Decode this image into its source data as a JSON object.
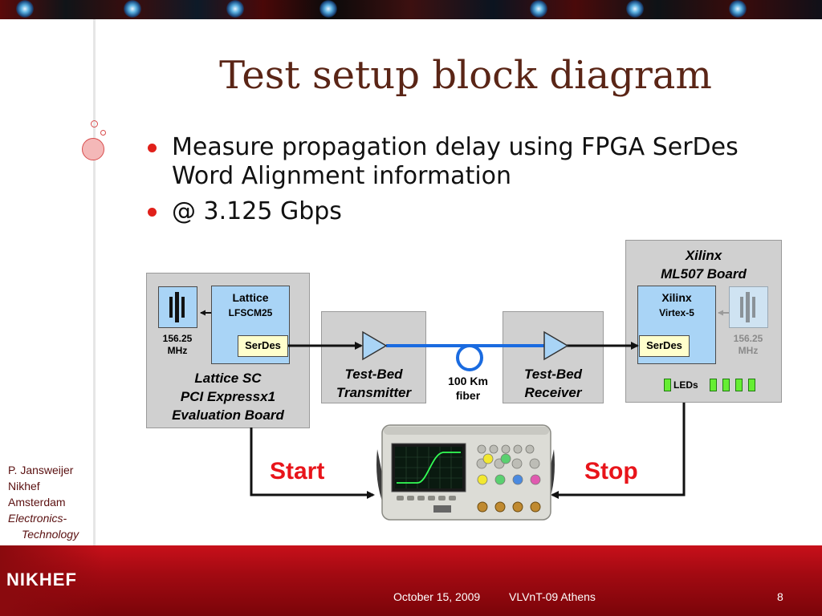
{
  "slide": {
    "title": "Test setup block diagram",
    "bullets": [
      "Measure propagation delay using FPGA SerDes Word Alignment information",
      "@ 3.125 Gbps"
    ]
  },
  "diagram": {
    "lattice_board": {
      "chip_title": "Lattice",
      "chip_part": "LFSCM25",
      "serdes": "SerDes",
      "clock_value": "156.25",
      "clock_unit": "MHz",
      "board_label": [
        "Lattice SC",
        "PCI Expressx1",
        "Evaluation Board"
      ]
    },
    "transmitter": {
      "label": [
        "Test-Bed",
        "Transmitter"
      ]
    },
    "fiber": {
      "label": [
        "100 Km",
        "fiber"
      ]
    },
    "receiver": {
      "label": [
        "Test-Bed",
        "Receiver"
      ]
    },
    "xilinx_board": {
      "board_label": [
        "Xilinx",
        "ML507 Board"
      ],
      "chip_title": "Xilinx",
      "chip_part": "Virtex-5",
      "serdes": "SerDes",
      "clock_value": "156.25",
      "clock_unit": "MHz",
      "leds": "LEDs"
    },
    "start_label": "Start",
    "stop_label": "Stop",
    "colors": {
      "start_stop": "#e8141a",
      "fiber": "#1a6be0",
      "title": "#5a2516"
    }
  },
  "author": {
    "name": "P. Jansweijer",
    "org": "Nikhef",
    "city": "Amsterdam",
    "dept1": "Electronics-",
    "dept2": "Technology"
  },
  "footer": {
    "logo": "NIKHEF",
    "date": "October 15, 2009",
    "event": "VLVnT-09 Athens",
    "page": "8"
  }
}
